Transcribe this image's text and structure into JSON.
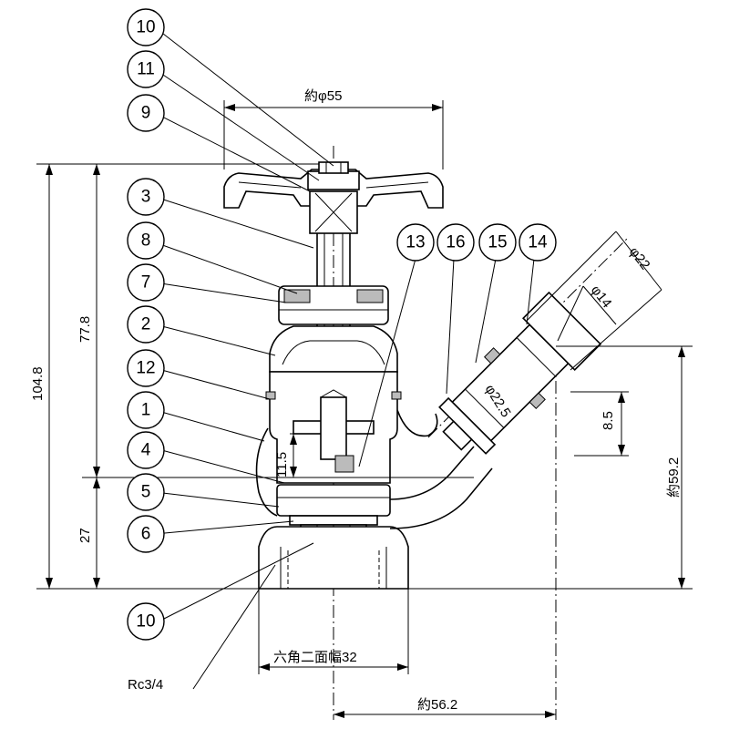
{
  "callouts": {
    "c10_top": "10",
    "c11": "11",
    "c9": "9",
    "c3": "3",
    "c8": "8",
    "c7": "7",
    "c2": "2",
    "c12": "12",
    "c1": "1",
    "c4": "4",
    "c5": "5",
    "c6": "6",
    "c10_bottom": "10",
    "c13": "13",
    "c16": "16",
    "c15": "15",
    "c14": "14"
  },
  "dimensions": {
    "handle_dia": "約φ55",
    "total_height": "104.8",
    "upper_height": "77.8",
    "lower_height": "27",
    "small_height": "11.5",
    "hex_width": "六角二面幅32",
    "thread": "Rc3/4",
    "outlet_offset": "約56.2",
    "outlet_height": "約59.2",
    "dia22": "φ22",
    "dia14": "φ14",
    "dia22_5": "φ22.5",
    "len8_5": "8.5"
  }
}
